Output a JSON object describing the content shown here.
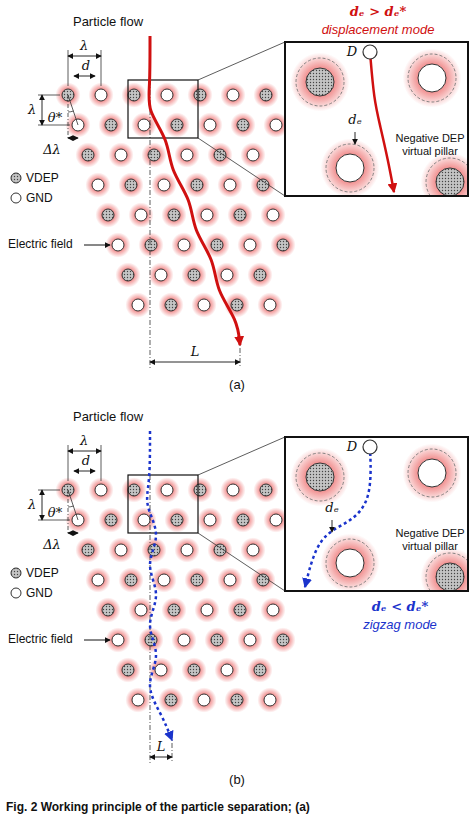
{
  "diagram": {
    "caption": "Fig. 2 Working principle of the particle separation; (a)",
    "labels": [
      "dₑ > dₑ*",
      "displacement mode",
      "Particle flow",
      "λ",
      "d",
      "λ",
      "θ*",
      "Δλ",
      "Electric field",
      "D",
      "dₑ",
      "Negative DEP virtual pillar",
      "L",
      "(a)",
      "Particle flow",
      "λ",
      "d",
      "λ",
      "θ*",
      "Δλ",
      "Electric field",
      "Negative DEP virtual pillar",
      "D",
      "dₑ",
      "dₑ < dₑ*",
      "zigzag mode",
      "L",
      "(b)"
    ],
    "legend": [
      {
        "text": "VDEP"
      },
      {
        "text": "GND"
      },
      {
        "text": "VDEP"
      },
      {
        "text": "GND"
      }
    ]
  }
}
